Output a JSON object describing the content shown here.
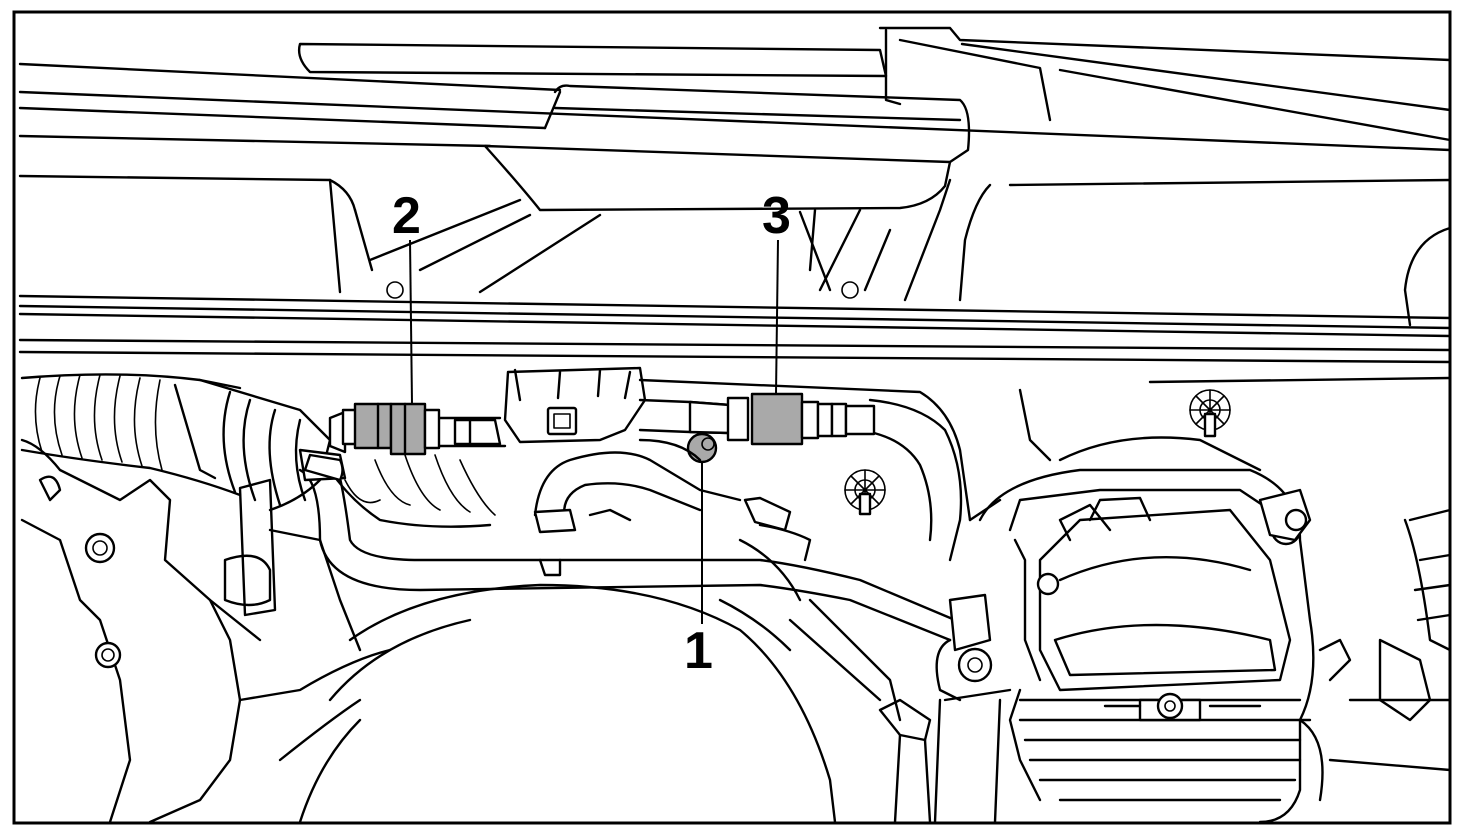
{
  "callouts": [
    {
      "id": "1",
      "label": "1"
    },
    {
      "id": "2",
      "label": "2"
    },
    {
      "id": "3",
      "label": "3"
    }
  ],
  "colors": {
    "line": "#000000",
    "background": "#ffffff",
    "highlight": "#a9a9a9"
  }
}
